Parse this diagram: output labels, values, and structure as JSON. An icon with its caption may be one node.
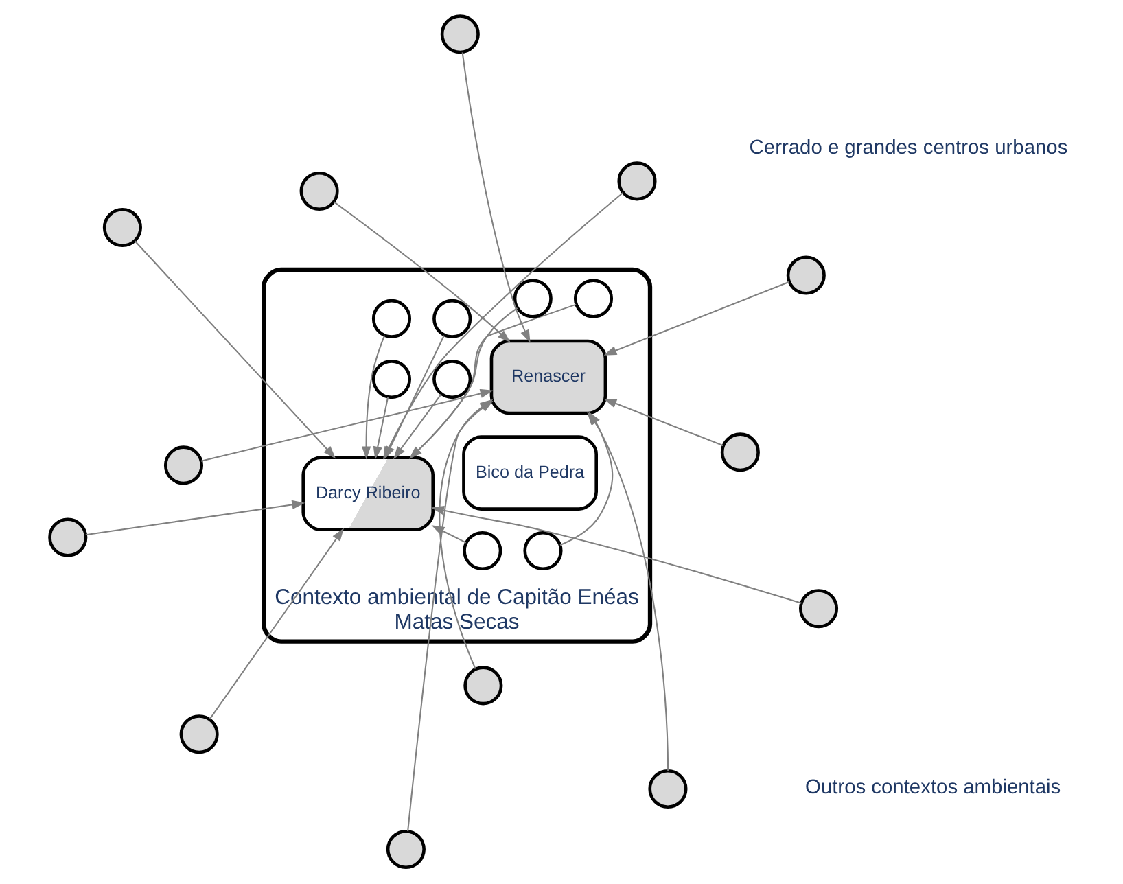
{
  "diagram": {
    "nodes": [
      {
        "text": [
          "Contexto ambiental de Capitão Enéas",
          "Matas Secas"
        ]
      },
      {
        "text": [],
        "shape": "circle",
        "in": 0
      },
      {
        "text": [
          "Darcy Ribeiro"
        ],
        "in": 0
      },
      {
        "text": [],
        "shape": "circle",
        "in": 0
      },
      {
        "text": [],
        "shape": "circle",
        "in": 0
      },
      {
        "text": [],
        "shape": "circle",
        "in": 0
      },
      {
        "text": [],
        "shape": "circle",
        "in": 0
      },
      {
        "text": [],
        "shape": "circle",
        "in": 0
      },
      {
        "text": [
          "Renascer"
        ],
        "in": 0
      },
      {
        "text": [],
        "shape": "circle",
        "in": 0
      },
      {
        "text": [],
        "shape": "circle",
        "in": 0
      },
      {
        "text": [
          "Bico da Pedra"
        ],
        "in": 0
      },
      {
        "text": [],
        "shape": "circle"
      },
      {
        "text": [],
        "shape": "circle"
      },
      {
        "text": [],
        "shape": "circle"
      },
      {
        "text": [],
        "shape": "circle"
      },
      {
        "text": [],
        "shape": "circle"
      },
      {
        "text": [],
        "shape": "circle"
      },
      {
        "text": [],
        "shape": "circle"
      },
      {
        "text": [],
        "shape": "circle"
      },
      {
        "text": [],
        "shape": "circle"
      },
      {
        "text": [],
        "shape": "circle"
      },
      {
        "text": [],
        "shape": "circle"
      },
      {
        "text": [],
        "shape": "circle"
      },
      {
        "text": [],
        "shape": "circle"
      }
    ],
    "edges": [
      {
        "from": 1,
        "to": 2,
        "arrow": "to"
      },
      {
        "from": 3,
        "to": 2,
        "arrow": "to"
      },
      {
        "from": 4,
        "to": 2,
        "arrow": "to"
      },
      {
        "from": 6,
        "to": 2,
        "arrow": "to"
      },
      {
        "from": 9,
        "to": 2,
        "arrow": "to"
      },
      {
        "from": 7,
        "to": 2,
        "arrow": "to"
      },
      {
        "from": 5,
        "to": 2,
        "arrow": "to"
      },
      {
        "from": 15,
        "to": 2,
        "arrow": "to"
      },
      {
        "from": 12,
        "to": 2,
        "arrow": "to"
      },
      {
        "from": 13,
        "to": 2,
        "arrow": "to"
      },
      {
        "from": 14,
        "to": 2,
        "arrow": "to"
      },
      {
        "from": 17,
        "to": 2,
        "arrow": "to"
      },
      {
        "from": 10,
        "to": 8,
        "arrow": "to"
      },
      {
        "from": 20,
        "to": 8,
        "arrow": "to"
      },
      {
        "from": 18,
        "to": 8,
        "arrow": "to"
      },
      {
        "from": 16,
        "to": 8,
        "arrow": "to"
      },
      {
        "from": 19,
        "to": 8,
        "arrow": "to"
      },
      {
        "from": 21,
        "to": 8,
        "arrow": "to"
      },
      {
        "from": 22,
        "to": 8,
        "arrow": "to"
      },
      {
        "from": 23,
        "to": 8,
        "arrow": "to"
      },
      {
        "from": 24,
        "to": 8,
        "arrow": "to"
      }
    ],
    "labels": [
      "Outros contextos ambientais",
      "Cerrado e grandes centros urbanos"
    ]
  }
}
